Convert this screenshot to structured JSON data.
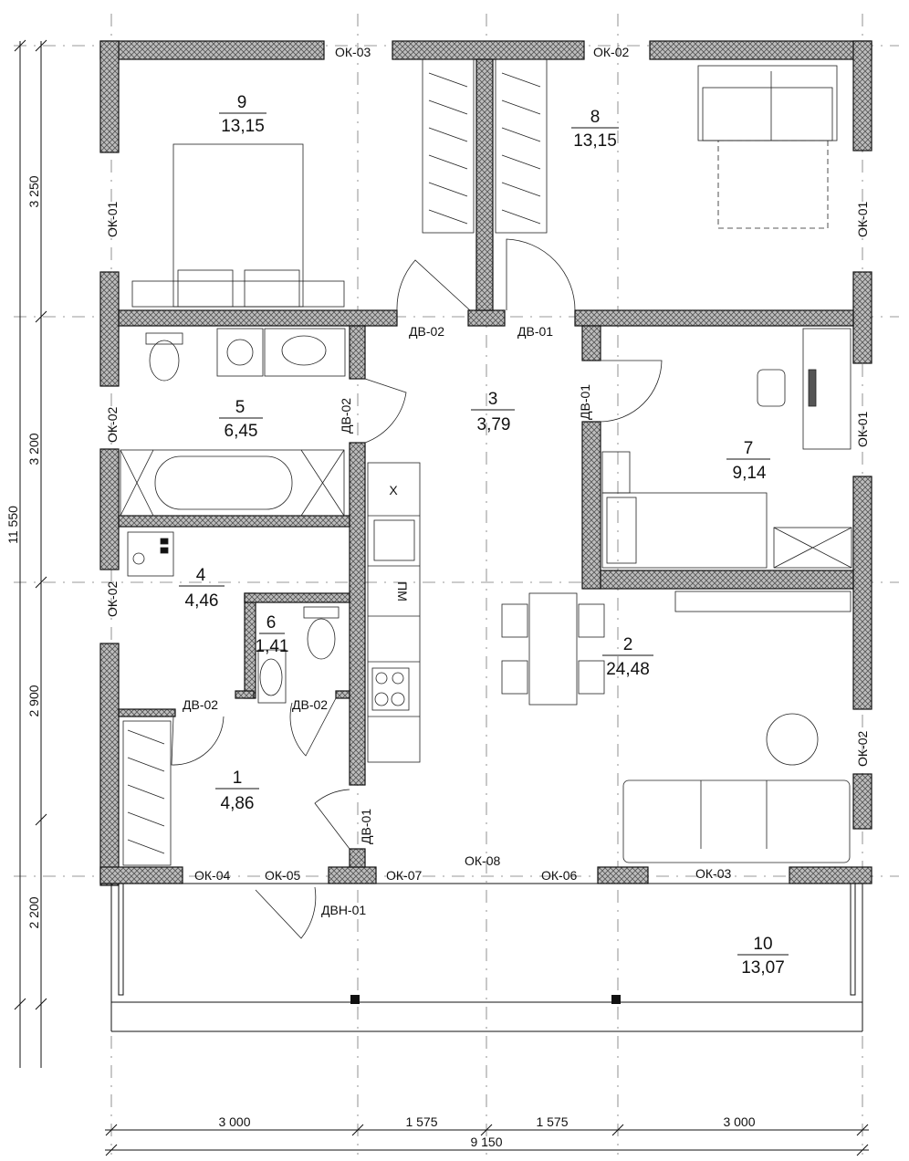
{
  "rooms": [
    {
      "number": "1",
      "area": "4,86"
    },
    {
      "number": "2",
      "area": "24,48"
    },
    {
      "number": "3",
      "area": "3,79"
    },
    {
      "number": "4",
      "area": "4,46"
    },
    {
      "number": "5",
      "area": "6,45"
    },
    {
      "number": "6",
      "area": "1,41"
    },
    {
      "number": "7",
      "area": "9,14"
    },
    {
      "number": "8",
      "area": "13,15"
    },
    {
      "number": "9",
      "area": "13,15"
    },
    {
      "number": "10",
      "area": "13,07"
    }
  ],
  "windows": {
    "ok01": "ОК-01",
    "ok02": "ОК-02",
    "ok03": "ОК-03",
    "ok04": "ОК-04",
    "ok05": "ОК-05",
    "ok06": "ОК-06",
    "ok07": "ОК-07",
    "ok08": "ОК-08"
  },
  "doors": {
    "dv01": "ДВ-01",
    "dv02": "ДВ-02",
    "dvn01": "ДВН-01"
  },
  "kitchen": {
    "fridge": "Х",
    "dishwasher": "ПМ"
  },
  "dimensions": {
    "vertical": [
      "3 250",
      "3 200",
      "2 900",
      "2 200"
    ],
    "vertical_total": "11 550",
    "horizontal": [
      "3 000",
      "1 575",
      "1 575",
      "3 000"
    ],
    "horizontal_total": "9 150"
  }
}
